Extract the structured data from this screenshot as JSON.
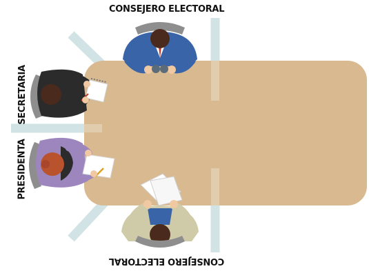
{
  "labels": {
    "top_councilor": "CONSEJERO ELECTORAL",
    "bottom_councilor": "CONSEJERO ELECTORAL",
    "secretary": "SECRETARIA",
    "president": "PRESIDENTA"
  },
  "colors": {
    "table": "#d9b98f",
    "divider": "#cde0e2",
    "chair": "#8e8e8e",
    "top_suit": "#3a64a8",
    "secretary_suit": "#2b2b2b",
    "president_jacket": "#9d86bd",
    "bottom_jacket": "#cfcba8",
    "hair_dark": "#4a2a1c",
    "hair_red": "#b9532d",
    "skin": "#f0c9a2",
    "paper": "#ffffff"
  }
}
